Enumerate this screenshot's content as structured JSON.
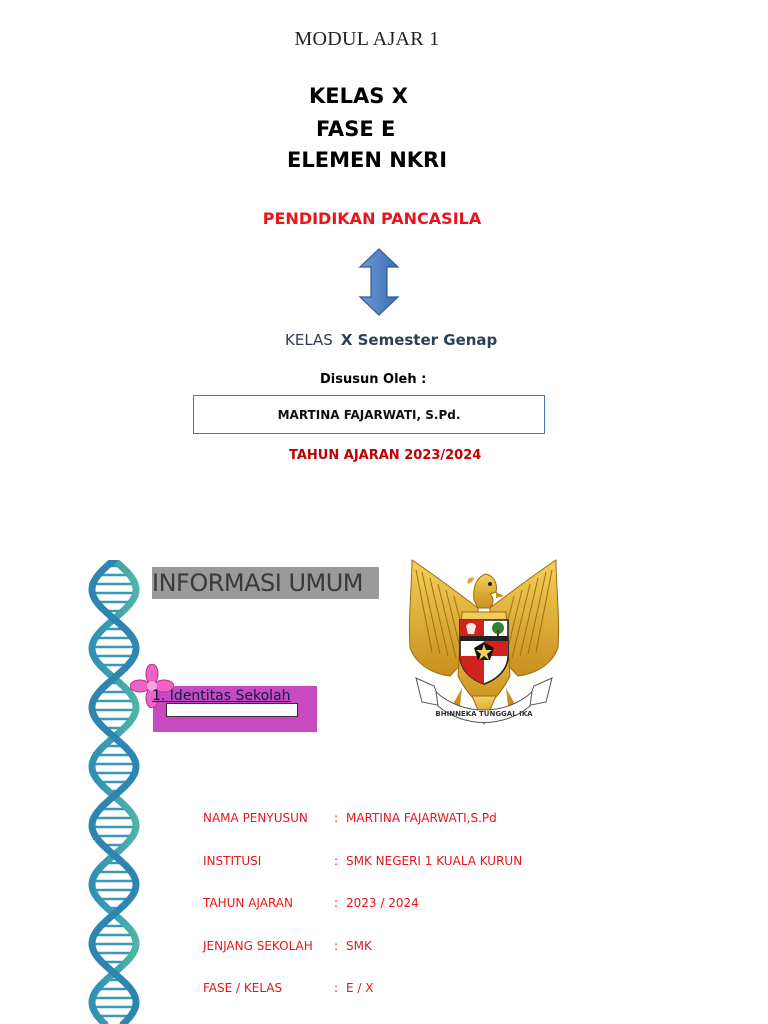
{
  "cover": {
    "modul_title": "MODUL AJAR 1",
    "kelas": "KELAS X",
    "fase": "FASE E",
    "elemen": "ELEMEN NKRI",
    "subject": "PENDIDIKAN PANCASILA",
    "semester_prefix": "KELAS",
    "semester_rest": "X Semester Genap",
    "disusun_label": "Disusun Oleh :",
    "author": "MARTINA FAJARWATI, S.Pd.",
    "tahun_ajaran": "TAHUN AJARAN 2023/2024"
  },
  "info": {
    "title": "INFORMASI UMUM",
    "section_label": "1. Identitas Sekolah",
    "emblem_motto": "BHINNEKA TUNGGAL IKA",
    "rows": [
      {
        "label": "NAMA PENYUSUN",
        "sep": ":",
        "value": "MARTINA FAJARWATI,S.Pd"
      },
      {
        "label": "INSTITUSI",
        "sep": ":",
        "value": "SMK NEGERI 1 KUALA KURUN"
      },
      {
        "label": "TAHUN AJARAN",
        "sep": ":",
        "value": "2023 / 2024"
      },
      {
        "label": "JENJANG SEKOLAH",
        "sep": ":",
        "value": "SMK"
      },
      {
        "label": "FASE / KELAS",
        "sep": ":",
        "value": "E / X"
      }
    ]
  },
  "icons": {
    "arrow": "double-vertical-arrow-icon",
    "dna": "dna-helix-icon",
    "flower": "flower-icon",
    "emblem": "garuda-pancasila-emblem"
  },
  "colors": {
    "red_text": "#e8141b",
    "dark_red_text": "#c00000",
    "arrow_blue": "#4a7cc0",
    "box_border": "#4a73b8",
    "magenta_card": "#c74ac0",
    "dna_teal": "#3b97b8"
  }
}
